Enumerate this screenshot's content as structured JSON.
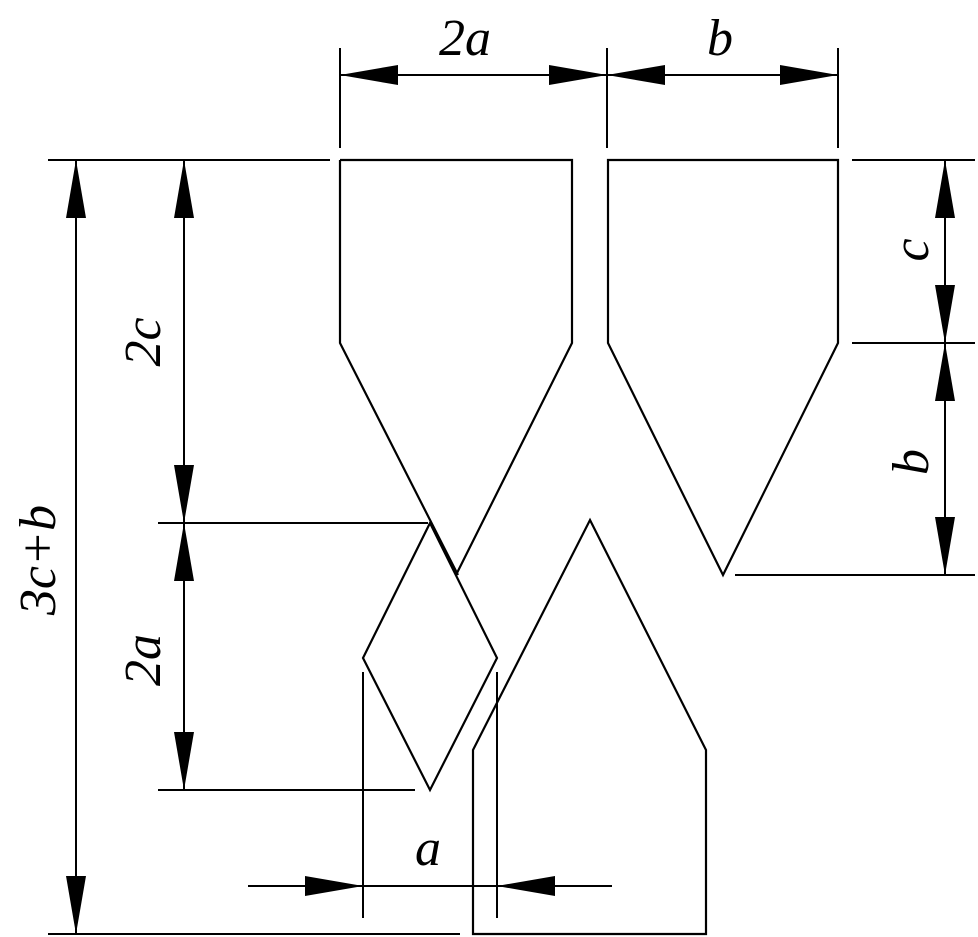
{
  "labels": {
    "top_left_width": "2a",
    "top_right_width": "b",
    "left_upper_height": "2c",
    "left_lower_height": "2a",
    "total_height": "3c+b",
    "right_upper_height": "c",
    "right_lower_height": "b",
    "bottom_gap": "a"
  },
  "colors": {
    "line": "#000000",
    "background": "#ffffff"
  }
}
